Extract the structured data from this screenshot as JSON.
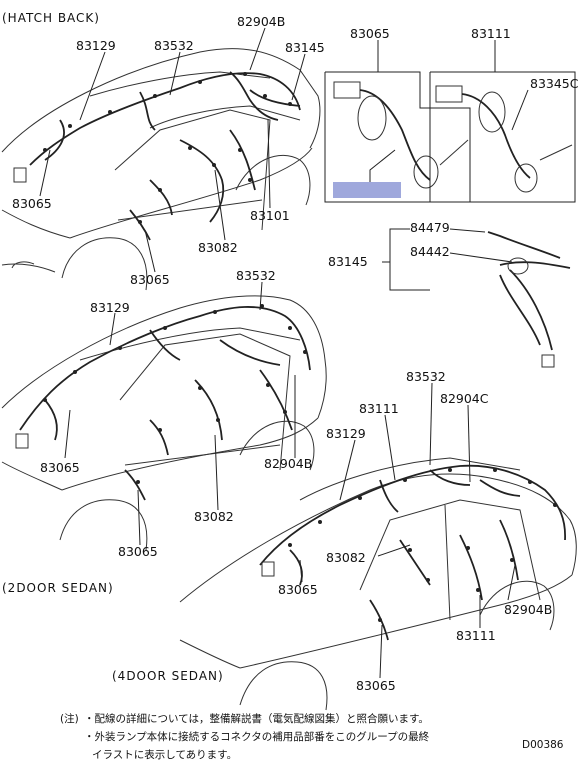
{
  "sections": {
    "hatchback": "(HATCH BACK)",
    "sedan2": "(2DOOR SEDAN)",
    "sedan4": "(4DOOR SEDAN)"
  },
  "parts": {
    "p_82904B_a": "82904B",
    "p_83129_a": "83129",
    "p_83532_a": "83532",
    "p_83145_a": "83145",
    "p_83065_top": "83065",
    "p_83111_top": "83111",
    "p_83345C": "83345C",
    "p_83065_a": "83065",
    "p_83101": "83101",
    "p_83082_a": "83082",
    "p_83065_b": "83065",
    "p_84479": "84479",
    "p_84442": "84442",
    "p_83145_b": "83145",
    "p_83532_b": "83532",
    "p_83129_b": "83129",
    "p_83065_c": "83065",
    "p_82904B_b": "82904B",
    "p_83082_b": "83082",
    "p_83065_d": "83065",
    "p_83532_c": "83532",
    "p_83111_b": "83111",
    "p_82904C": "82904C",
    "p_83129_c": "83129",
    "p_83082_c": "83082",
    "p_83065_e": "83065",
    "p_82904B_c": "82904B",
    "p_83111_c": "83111",
    "p_83065_f": "83065"
  },
  "notes": {
    "prefix": "(注)",
    "line1": "・配線の詳細については，整備解説書（電気配線図集）と照合願います。",
    "line2": "・外装ランプ本体に接続するコネクタの補用品部番をこのグループの最終",
    "line3": "イラストに表示してあります。"
  },
  "diagram_code": "D00386",
  "colors": {
    "highlight": "#9fa8dc",
    "ink": "#222222"
  }
}
